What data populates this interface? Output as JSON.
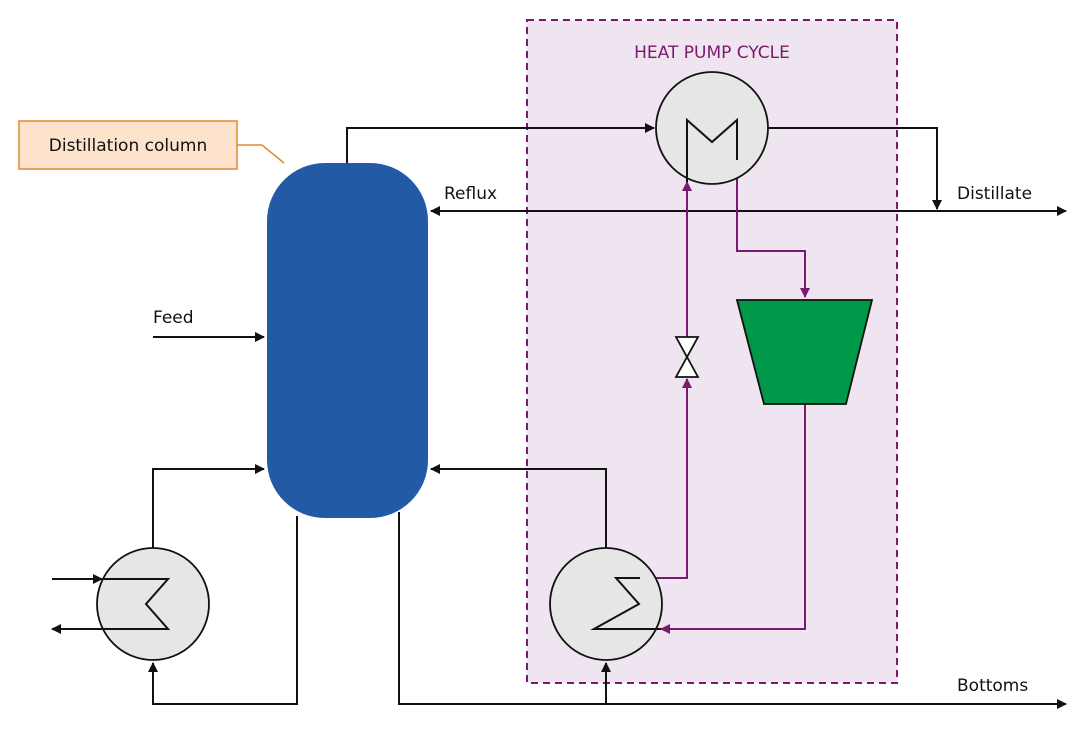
{
  "labels": {
    "column_callout": "Distillation column",
    "heat_pump_title": "HEAT PUMP CYCLE",
    "reflux": "Reflux",
    "distillate": "Distillate",
    "feed": "Feed",
    "bottoms": "Bottoms"
  },
  "colors": {
    "column": "#235aa6",
    "compressor": "#00994a",
    "heat_pump_box_fill": "#efe5f0",
    "heat_pump_border": "#7a1a6e",
    "heat_pump_line": "#7a1a6e",
    "callout_fill": "#fde3cc",
    "callout_border": "#e28a2e",
    "exchanger_fill": "#e6e6e6",
    "line": "#111111"
  }
}
